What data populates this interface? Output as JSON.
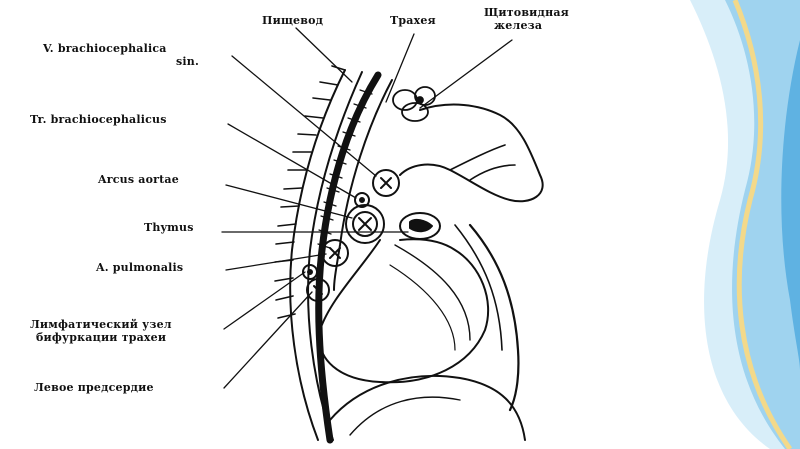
{
  "labels": {
    "top_esophagus": "Пищевод",
    "top_trachea": "Трахея",
    "top_thyroid_line1": "Щитовидная",
    "top_thyroid_line2": "железа",
    "v_brachio_line1": "V. brachiocephalica",
    "v_brachio_line2": "sin.",
    "tr_brachio": "Tr. brachiocephalicus",
    "arcus": "Arcus aortae",
    "thymus": "Thymus",
    "a_pulm": "A. pulmonalis",
    "lymph_line1": "Лимфатический узел",
    "lymph_line2": "бифуркации трахеи",
    "left_atrium": "Левое предсердие"
  },
  "colors": {
    "background": "#ffffff",
    "ink": "#111111",
    "deco_blue": "#7fc2e8",
    "deco_light_blue": "#cfe9f8",
    "deco_yellow": "#f3d98a"
  }
}
